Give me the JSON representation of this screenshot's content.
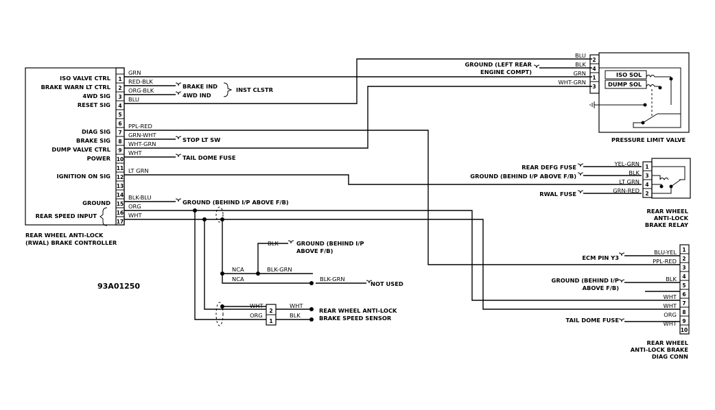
{
  "controller": {
    "name_line1": "REAR WHEEL ANTI-LOCK",
    "name_line2": "(RWAL) BRAKE CONTROLLER",
    "pins": [
      {
        "num": "1",
        "label": "ISO VALVE CTRL",
        "wire": "GRN"
      },
      {
        "num": "2",
        "label": "BRAKE WARN LT CTRL",
        "wire": "RED-BLK"
      },
      {
        "num": "3",
        "label": "4WD SIG",
        "wire": "ORG-BLK"
      },
      {
        "num": "4",
        "label": "RESET SIG",
        "wire": "BLU"
      },
      {
        "num": "5",
        "label": "",
        "wire": ""
      },
      {
        "num": "6",
        "label": "",
        "wire": ""
      },
      {
        "num": "7",
        "label": "DIAG SIG",
        "wire": "PPL-RED"
      },
      {
        "num": "8",
        "label": "BRAKE SIG",
        "wire": "GRN-WHT"
      },
      {
        "num": "9",
        "label": "DUMP VALVE CTRL",
        "wire": "WHT-GRN"
      },
      {
        "num": "10",
        "label": "POWER",
        "wire": "WHT"
      },
      {
        "num": "11",
        "label": "",
        "wire": ""
      },
      {
        "num": "12",
        "label": "IGNITION ON SIG",
        "wire": "LT GRN"
      },
      {
        "num": "13",
        "label": "",
        "wire": ""
      },
      {
        "num": "14",
        "label": "",
        "wire": ""
      },
      {
        "num": "15",
        "label": "GROUND",
        "wire": "BLK-BLU"
      },
      {
        "num": "16",
        "label": "",
        "wire": "ORG"
      },
      {
        "num": "17",
        "label": "",
        "wire": "WHT"
      }
    ],
    "speed_input": "REAR SPEED INPUT"
  },
  "destinations": {
    "brake_ind": "BRAKE IND",
    "fwd_ind": "4WD IND",
    "inst_clstr": "INST CLSTR",
    "stop_lt_sw": "STOP LT SW",
    "tail_dome_fuse": "TAIL DOME FUSE",
    "ground_ip": "GROUND (BEHIND I/P ABOVE F/B)"
  },
  "pressure_valve": {
    "title": "PRESSURE LIMIT VALVE",
    "ground_label_1": "GROUND (LEFT REAR",
    "ground_label_2": "ENGINE COMPT)",
    "wires": [
      "BLU",
      "BLK",
      "GRN",
      "WHT-GRN"
    ],
    "pins": [
      "2",
      "4",
      "1",
      "3"
    ],
    "iso_sol": "ISO SOL",
    "dump_sol": "DUMP SOL"
  },
  "relay": {
    "title_1": "REAR WHEEL",
    "title_2": "ANTI-LOCK",
    "title_3": "BRAKE RELAY",
    "inputs": [
      "REAR DEFG FUSE",
      "GROUND (BEHIND I/P ABOVE F/B)",
      "",
      "RWAL FUSE"
    ],
    "wires": [
      "YEL-GRN",
      "BLK",
      "LT GRN",
      "GRN-RED"
    ],
    "pins": [
      "1",
      "3",
      "4",
      "2"
    ]
  },
  "diag_conn": {
    "title_1": "REAR WHEEL",
    "title_2": "ANTI-LOCK BRAKE",
    "title_3": "DIAG CONN",
    "ecm_pin": "ECM PIN Y3",
    "ground_1": "GROUND (BEHIND I/P",
    "ground_2": "ABOVE F/B)",
    "tail_dome": "TAIL DOME FUSE",
    "pins": [
      "1",
      "2",
      "3",
      "4",
      "5",
      "6",
      "7",
      "8",
      "9",
      "10"
    ],
    "wires": [
      "BLU-YEL",
      "PPL-RED",
      "",
      "BLK",
      "",
      "WHT",
      "WHT",
      "ORG",
      "WHT",
      ""
    ]
  },
  "sensor": {
    "title_1": "REAR WHEEL ANTI-LOCK",
    "title_2": "BRAKE SPEED SENSOR",
    "pins": [
      "2",
      "1"
    ],
    "wires_left": [
      "WHT",
      "ORG"
    ],
    "wires_right": [
      "WHT",
      "BLK"
    ]
  },
  "nca": {
    "ground_wire": "BLK",
    "ground_label_1": "GROUND (BEHIND I/P",
    "ground_label_2": "ABOVE F/B)",
    "nca1": "NCA",
    "nca1_wire": "BLK-GRN",
    "nca2": "NCA",
    "nca2_wire": "BLK-GRN",
    "not_used": "NOT USED"
  },
  "figure_id": "93A01250"
}
